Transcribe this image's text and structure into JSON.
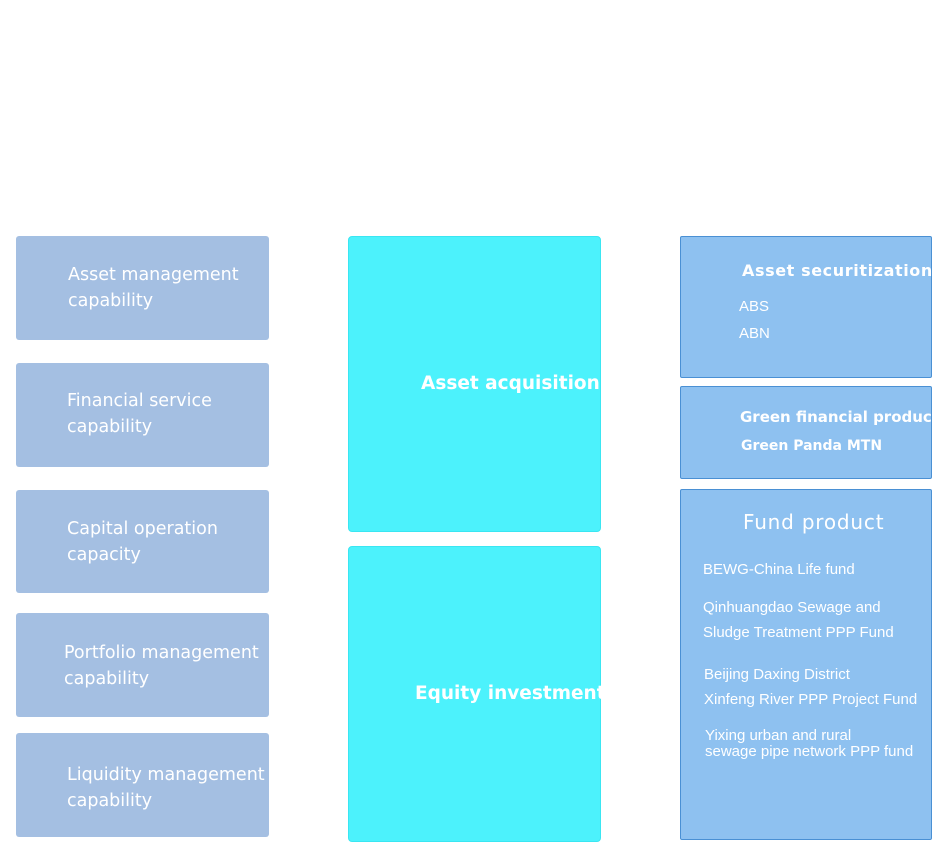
{
  "capabilities": [
    {
      "line1": "Asset management",
      "line2": "capability"
    },
    {
      "line1": "Financial service",
      "line2": "capability"
    },
    {
      "line1": "Capital operation",
      "line2": "capacity"
    },
    {
      "line1": "Portfolio management",
      "line2": "capability"
    },
    {
      "line1": "Liquidity management",
      "line2": "capability"
    }
  ],
  "middle": {
    "asset_acquisition": "Asset acquisition",
    "equity_investment": "Equity investment"
  },
  "right": {
    "securitization": {
      "title": "Asset securitization",
      "items": [
        "ABS",
        "ABN"
      ]
    },
    "green": {
      "title": "Green financial products",
      "item": "Green Panda MTN"
    },
    "fund": {
      "title": "Fund product",
      "items": [
        {
          "line1": "BEWG-China Life fund"
        },
        {
          "line1": "Qinhuangdao Sewage and",
          "line2": "Sludge Treatment PPP Fund"
        },
        {
          "line1": "Beijing Daxing District",
          "line2": "Xinfeng River PPP Project Fund"
        },
        {
          "line1": "Yixing urban and rural",
          "line2": "sewage pipe network PPP fund"
        }
      ]
    }
  },
  "colors": {
    "capability_box": "#a4bfe2",
    "middle_box": "#4cf2fc",
    "right_box": "#8ec1f0",
    "right_border": "#4a90d4",
    "text": "#ffffff"
  }
}
